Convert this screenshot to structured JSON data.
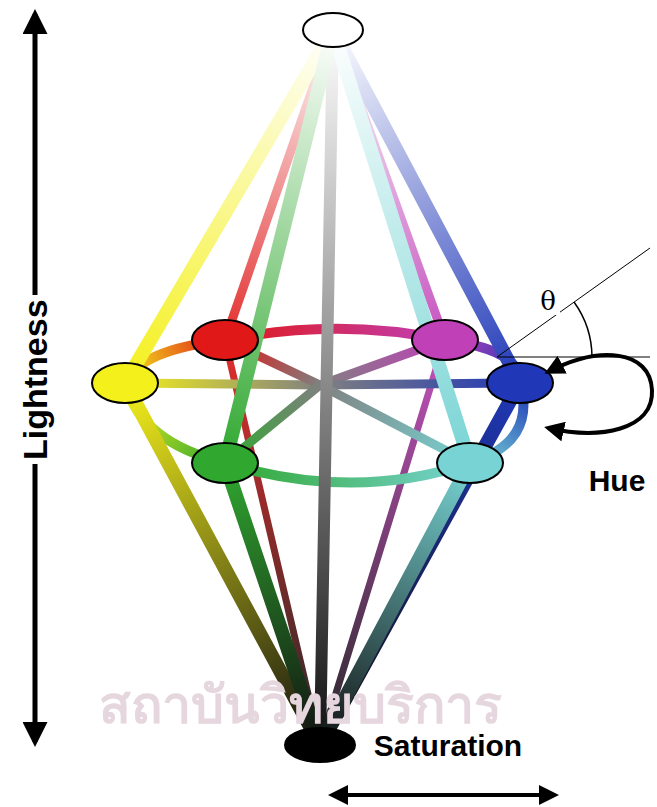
{
  "diagram": {
    "labels": [
      "Lightness",
      "θ",
      "Hue",
      "Saturation",
      "สถาบันวิทยบริการ"
    ]
  }
}
